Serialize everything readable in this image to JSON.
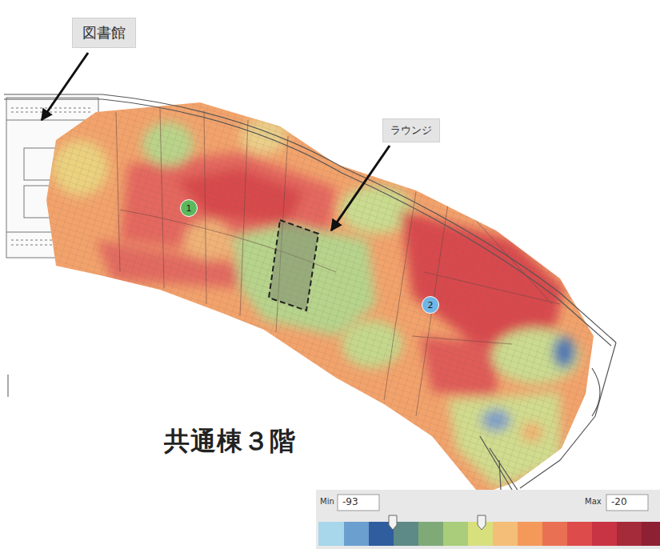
{
  "diagram": {
    "title": "共通棟３階",
    "nodes": [
      {
        "text": [
          "図書館"
        ]
      },
      {
        "text": [
          "ラウンジ"
        ]
      },
      {
        "text": [
          "1"
        ]
      },
      {
        "text": [
          "2"
        ]
      }
    ],
    "labels": [
      "Min",
      "-93",
      "Max",
      "-20"
    ]
  }
}
